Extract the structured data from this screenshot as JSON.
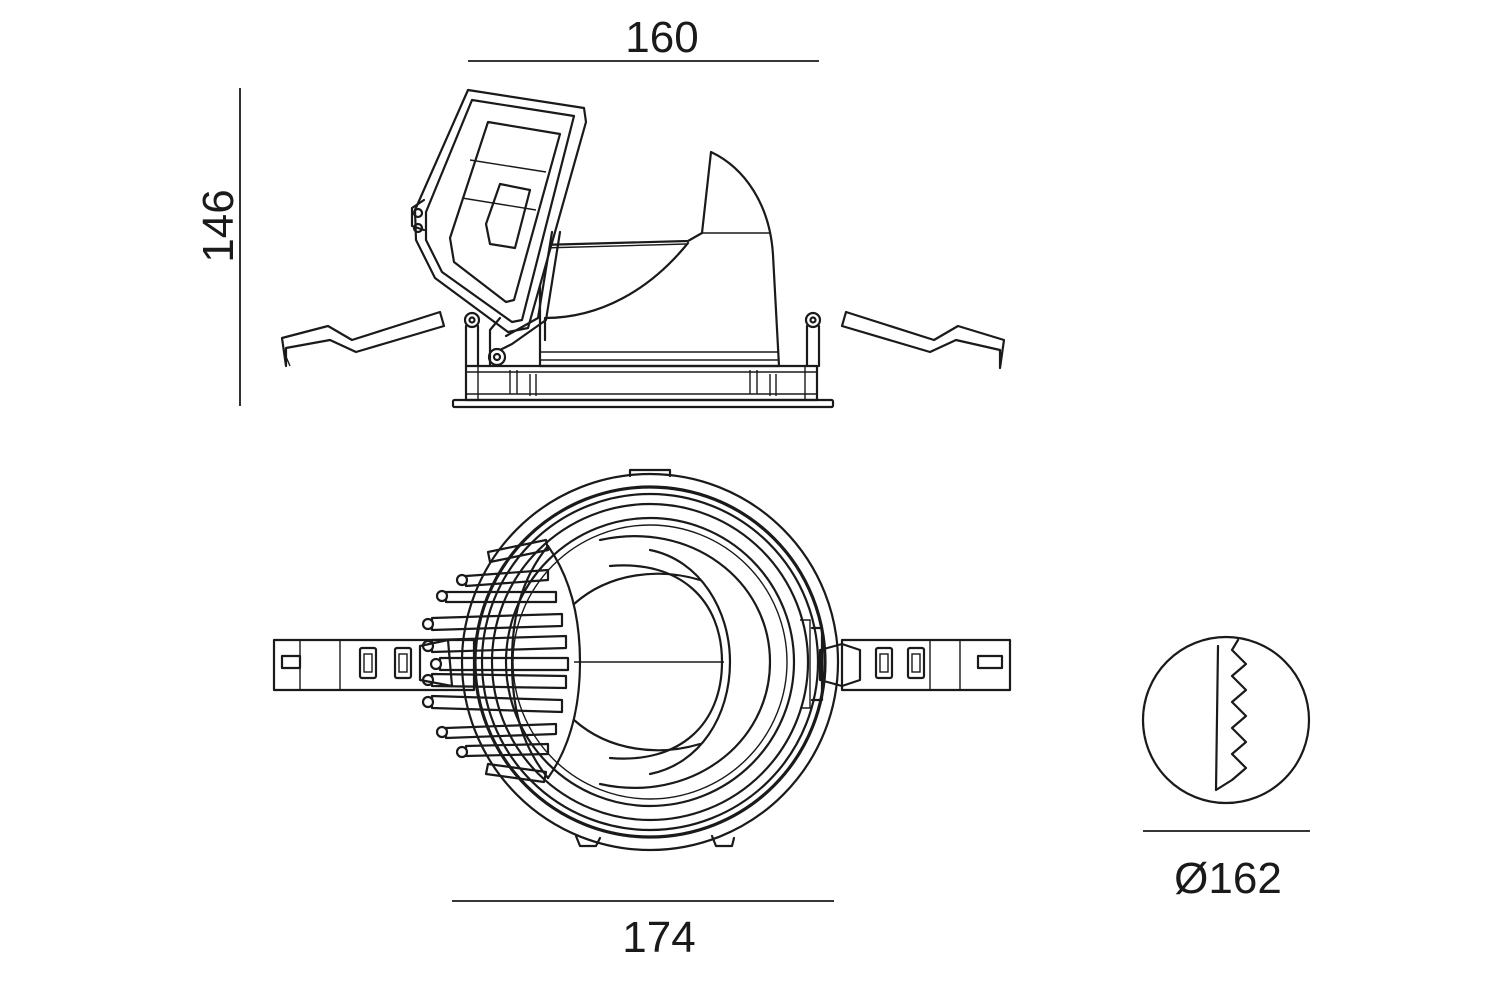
{
  "dimensions": {
    "side_width": "160",
    "side_height": "146",
    "bottom_width": "174",
    "cutout_diameter": "Ø162"
  },
  "colors": {
    "line": "#1a1a1a",
    "background": "#ffffff"
  }
}
